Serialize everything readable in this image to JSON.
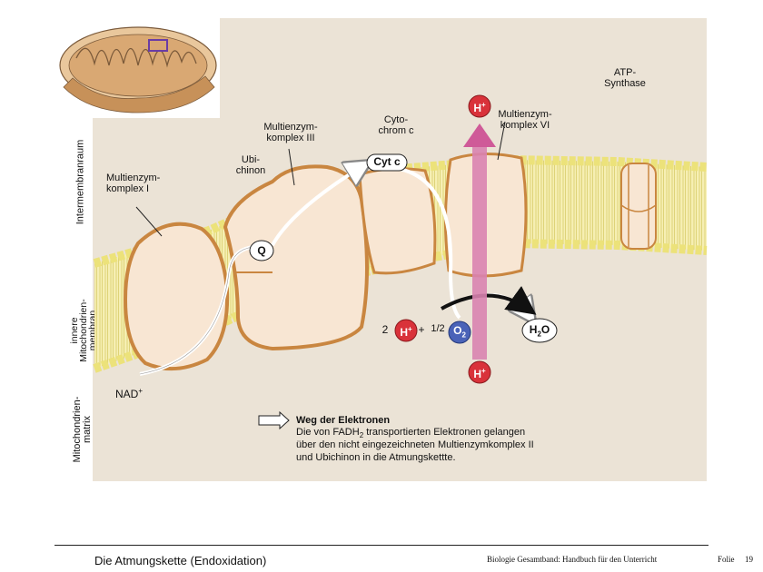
{
  "labels": {
    "intermembrane": "Intermembranraum",
    "inner_membrane": "innere Mitochondrien- membran",
    "matrix": "Mitochondrien- matrix",
    "atp_synthase": "ATP-\nSynthase",
    "complex_vi": "Multienzym-\nkomplex VI",
    "cytochrom": "Cyto-\nchrom c",
    "complex_iii": "Multienzym-\nkomplex III",
    "ubichinon": "Ubi-\nchinon",
    "complex_i": "Multienzym-\nkomplex I",
    "cyt_c": "Cyt c",
    "q": "Q",
    "h_plus": "H",
    "plus_sign": "+",
    "coef_2": "2",
    "half": "1/2",
    "o2": "O",
    "h2o_h": "H",
    "h2o_2": "2",
    "h2o_o": "O",
    "nad": "NAD",
    "nad_plus": "+"
  },
  "legend": {
    "title": "Weg der Elektronen",
    "line1_a": "Die von FADH",
    "line1_sub": "2",
    "line1_b": " transportierten Elektronen gelangen",
    "line2": "über den nicht eingezeichneten Multienzymkomplex II",
    "line3": "und Ubichinon in die Atmungskettte."
  },
  "footer": {
    "title": "Die Atmungskette (Endoxidation)",
    "source": "Biologie Gesamtband: Handbuch für den Unterricht",
    "folie": "Folie",
    "page": "19"
  },
  "colors": {
    "background": "#ebe3d6",
    "membrane_head": "#f3ec9a",
    "membrane_core": "#f6efb3",
    "protein": "#f8e6d3",
    "protein_edge": "#c98640",
    "h_ion": "#d9323a",
    "o2_ion": "#4a63b8",
    "proton_arrow": "#cf6aa0"
  }
}
